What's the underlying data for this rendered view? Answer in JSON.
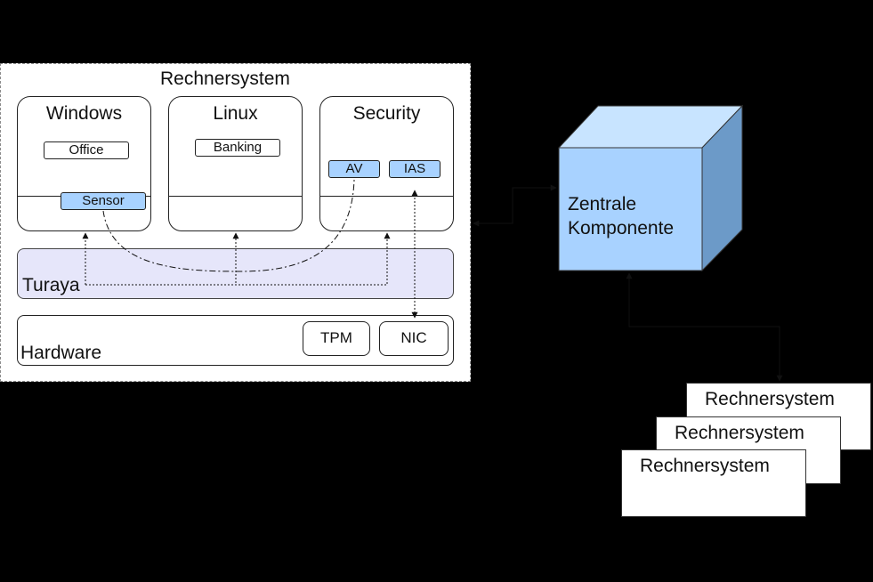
{
  "system": {
    "title": "Rechnersystem",
    "compartments": [
      {
        "title": "Windows",
        "apps": [
          "Office"
        ],
        "sensor": "Sensor"
      },
      {
        "title": "Linux",
        "apps": [
          "Banking"
        ]
      },
      {
        "title": "Security",
        "apps": [
          "AV",
          "IAS"
        ]
      }
    ],
    "layers": {
      "turaya": "Turaya",
      "hardware": "Hardware"
    },
    "hardware_components": [
      "TPM",
      "NIC"
    ]
  },
  "central": {
    "line1": "Zentrale",
    "line2": "Komponente"
  },
  "remote_systems": [
    "Rechnersystem",
    "Rechnersystem",
    "Rechnersystem"
  ],
  "colors": {
    "background": "#000000",
    "cube_front": "#a8d2ff",
    "cube_top": "#c8e4ff",
    "cube_side": "#6c9ac8",
    "app_highlight": "#a8d2ff",
    "turaya_fill": "#e6e6fa"
  }
}
